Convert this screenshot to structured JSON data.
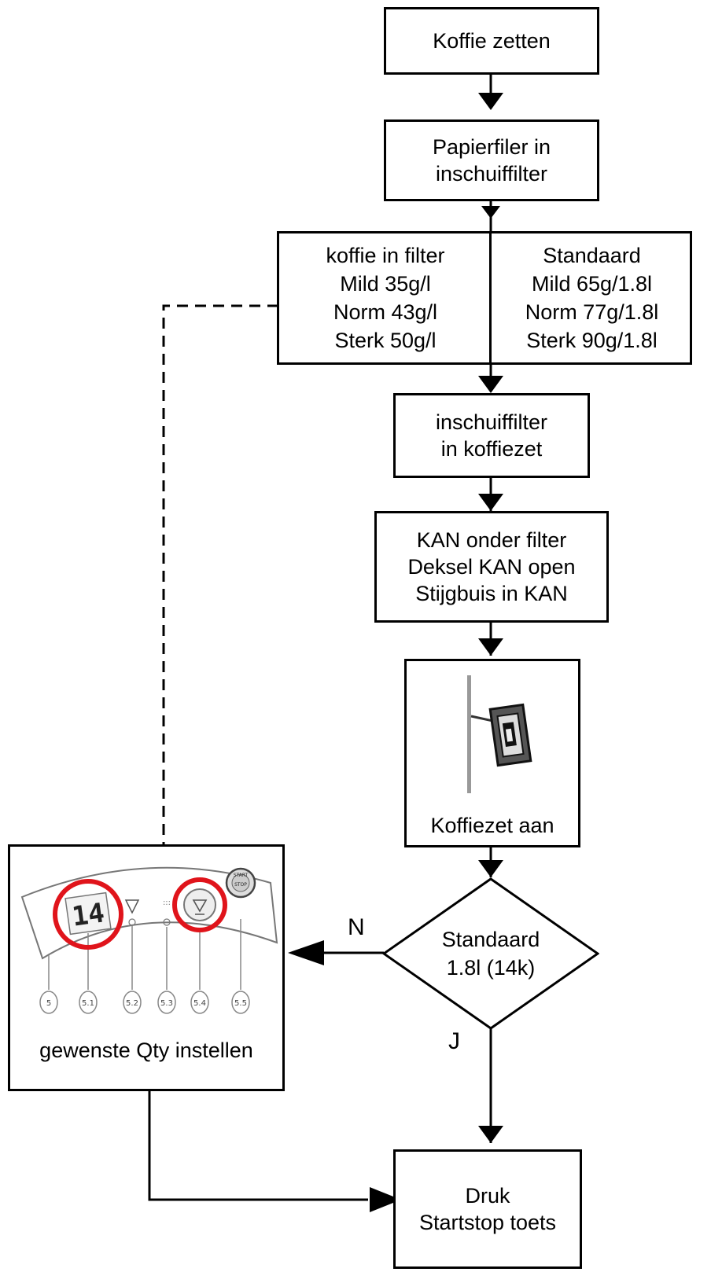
{
  "nodes": {
    "start": {
      "lines": [
        "Koffie zetten"
      ]
    },
    "paper_filter": {
      "lines": [
        "Papierfiler in",
        "inschuiffilter"
      ]
    },
    "coffee_amount": {
      "left_lines": [
        "koffie in filter",
        "Mild 35g/l",
        "Norm 43g/l",
        "Sterk 50g/l"
      ],
      "right_lines": [
        "Standaard",
        "Mild 65g/1.8l",
        "Norm 77g/1.8l",
        "Sterk 90g/1.8l"
      ]
    },
    "filter_in_machine": {
      "lines": [
        "inschuiffilter",
        "in koffiezet"
      ]
    },
    "jug": {
      "lines": [
        "KAN onder filter",
        "Deksel KAN open",
        "Stijgbuis in KAN"
      ]
    },
    "power_on": {
      "label": "Koffiezet aan"
    },
    "decision": {
      "lines": [
        "Standaard",
        "1.8l (14k)"
      ]
    },
    "set_qty": {
      "label": "gewenste Qty instellen",
      "display_digits": "14",
      "panel_callouts": [
        "5",
        "5.1",
        "5.2",
        "5.3",
        "5.4",
        "5.5"
      ],
      "start_button_text": [
        "START",
        "STOP"
      ]
    },
    "start_stop": {
      "lines": [
        "Druk",
        "Startstop toets"
      ]
    }
  },
  "edge_labels": {
    "no": "N",
    "yes": "J"
  },
  "icons": [
    "power-switch-icon",
    "control-panel-illustration"
  ],
  "colors": {
    "stroke": "#000000",
    "highlight": "#e0141b",
    "panel_grey": "#777777"
  }
}
